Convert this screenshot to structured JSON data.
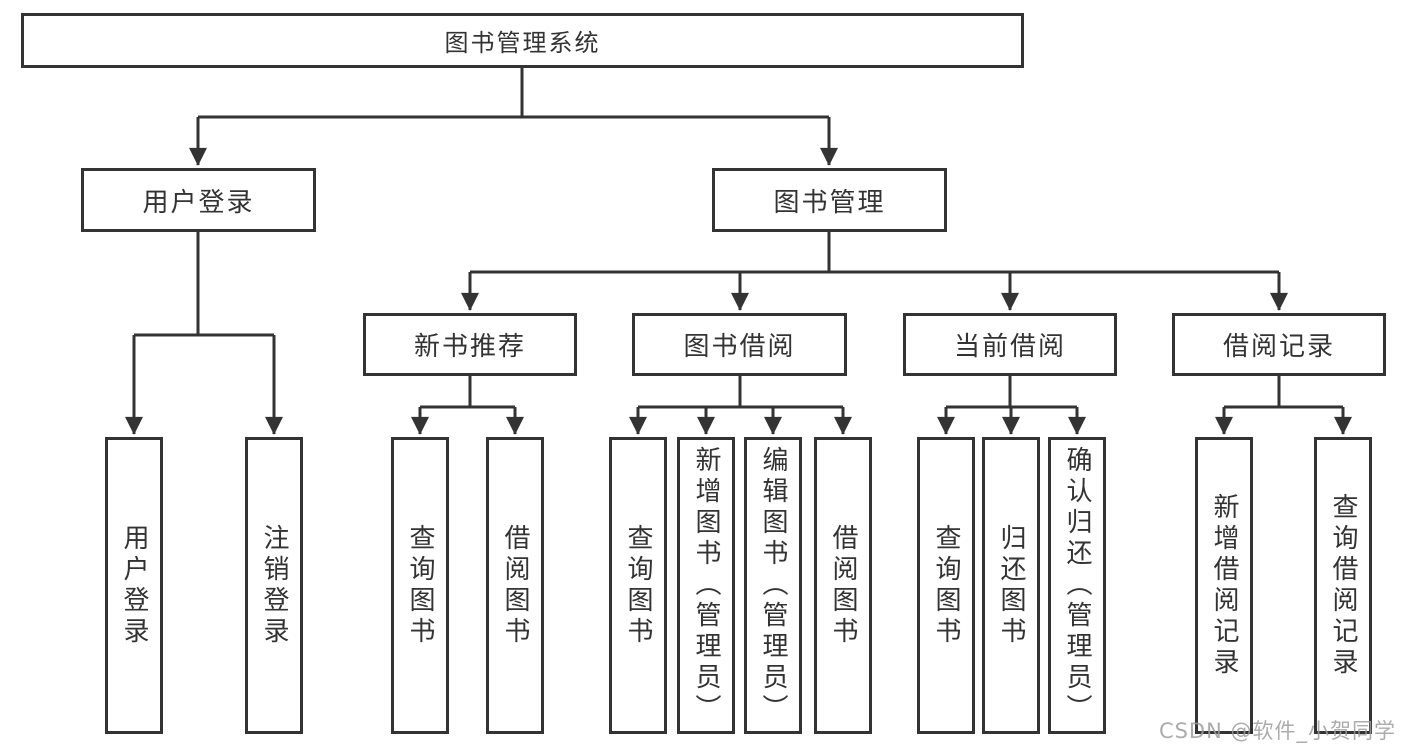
{
  "diagram": {
    "root": {
      "label": "图书管理系统"
    },
    "branches": {
      "user_login": {
        "label": "用户登录",
        "children": [
          {
            "label": "用户登录"
          },
          {
            "label": "注销登录"
          }
        ]
      },
      "book_management": {
        "label": "图书管理",
        "sections": [
          {
            "label": "新书推荐",
            "children": [
              {
                "label": "查询图书"
              },
              {
                "label": "借阅图书"
              }
            ]
          },
          {
            "label": "图书借阅",
            "children": [
              {
                "label": "查询图书"
              },
              {
                "label": "新增图书（管理员）"
              },
              {
                "label": "编辑图书（管理员）"
              },
              {
                "label": "借阅图书"
              }
            ]
          },
          {
            "label": "当前借阅",
            "children": [
              {
                "label": "查询图书"
              },
              {
                "label": "归还图书"
              },
              {
                "label": "确认归还（管理员）"
              }
            ]
          },
          {
            "label": "借阅记录",
            "children": [
              {
                "label": "新增借阅记录"
              },
              {
                "label": "查询借阅记录"
              }
            ]
          }
        ]
      }
    },
    "watermark": "CSDN @软件_小贺同学",
    "colors": {
      "line": "#333333",
      "text": "#333333",
      "background": "#ffffff",
      "watermark": "#9e9e9e"
    }
  }
}
